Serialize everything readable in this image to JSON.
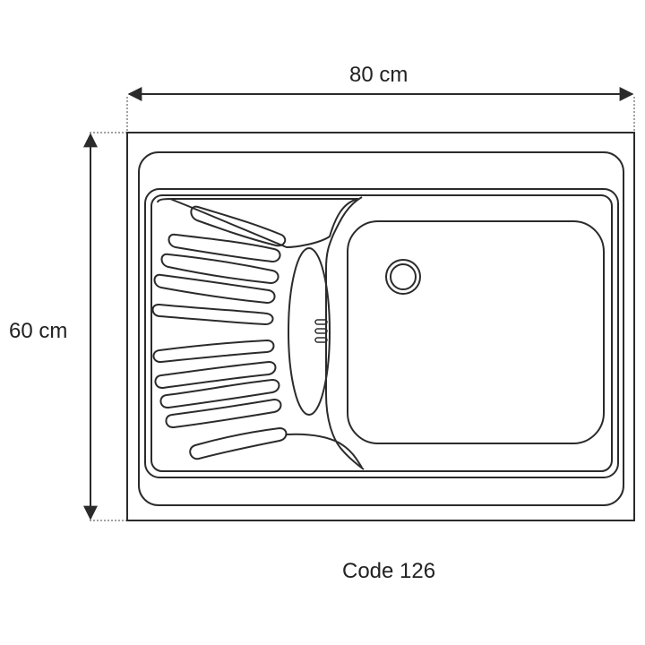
{
  "dimensions": {
    "width_label": "80 cm",
    "height_label": "60 cm"
  },
  "product": {
    "code_label": "Code 126"
  },
  "colors": {
    "stroke": "#2b2b2b",
    "text": "#222222",
    "background": "#ffffff"
  }
}
